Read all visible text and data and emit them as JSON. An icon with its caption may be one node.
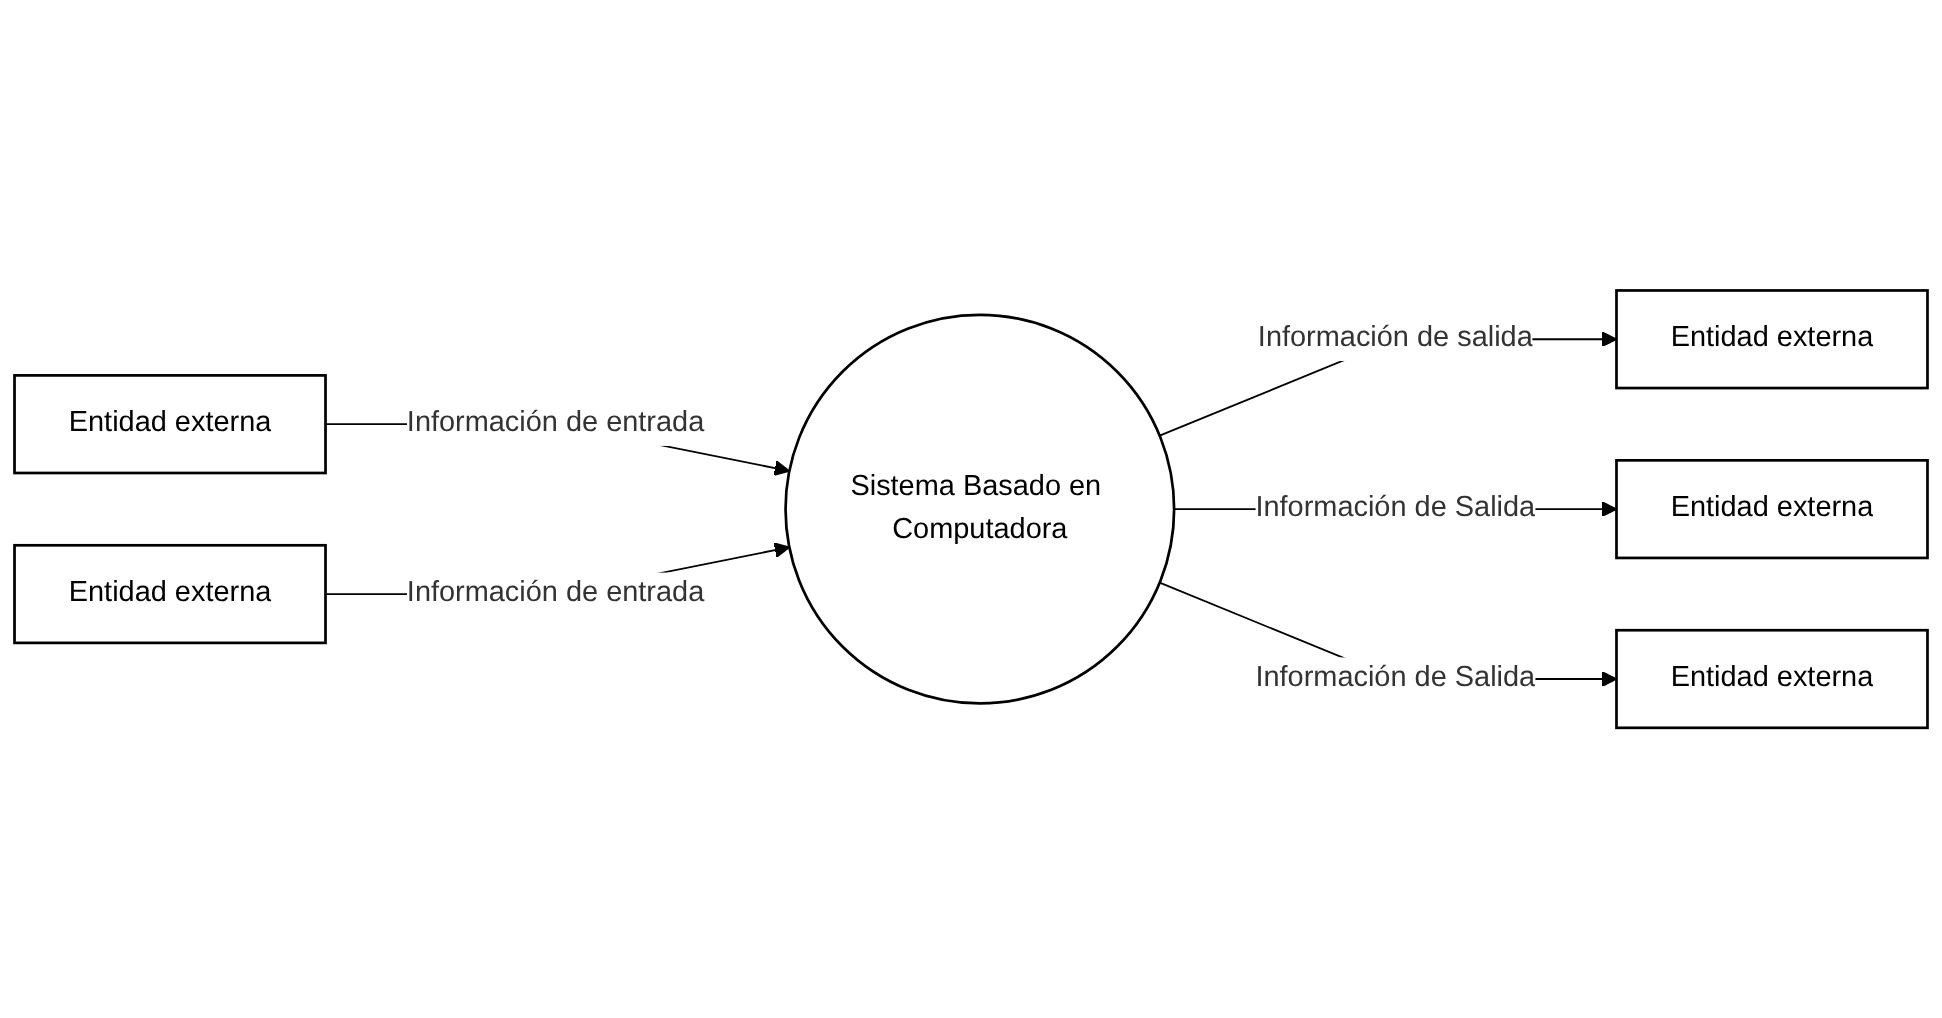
{
  "diagram": {
    "nodes": [
      {
        "text": [
          "Entidad externa"
        ]
      },
      {
        "text": [
          "Entidad externa"
        ]
      },
      {
        "text": [
          "Sistema Basado en Computadora"
        ]
      },
      {
        "text": [
          "Entidad externa"
        ]
      },
      {
        "text": [
          "Entidad externa"
        ]
      },
      {
        "text": [
          "Entidad externa"
        ]
      }
    ],
    "edges": [
      {
        "from": 0,
        "to": 2,
        "arrow": "to",
        "label": "Información de entrada"
      },
      {
        "from": 4,
        "to": 2,
        "arrow": "to",
        "label": "Información de entrada"
      },
      {
        "from": 2,
        "to": 1,
        "arrow": "to",
        "label": "Información de salida"
      },
      {
        "from": 2,
        "to": 3,
        "arrow": "to",
        "label": "Información de Salida"
      },
      {
        "from": 2,
        "to": 5,
        "arrow": "to",
        "label": "Información de Salida"
      }
    ]
  }
}
